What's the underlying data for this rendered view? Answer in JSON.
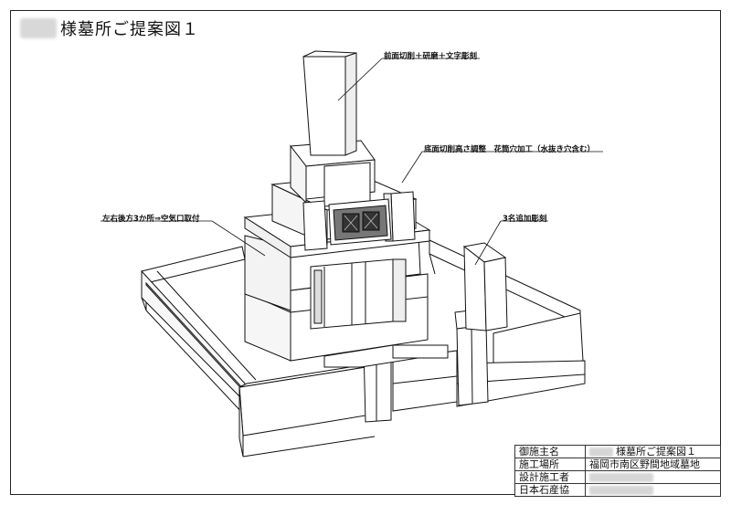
{
  "header": {
    "title": "様墓所ご提案図１"
  },
  "callouts": {
    "top_stone": "前面切削＋研磨＋文字彫刻",
    "incense": "底面切削高さ調整　花筒穴加工（水抜き穴含む）",
    "vents": "左右後方3か所⇒空気口取付",
    "side_stone": "3名追加彫刻"
  },
  "title_block": {
    "rows": [
      {
        "label": "御施主名",
        "value": "様墓所ご提案図１"
      },
      {
        "label": "施工場所",
        "value": "福岡市南区野間地域墓地"
      },
      {
        "label": "設計施工者",
        "value": ""
      },
      {
        "label": "日本石産協",
        "value": ""
      }
    ]
  }
}
